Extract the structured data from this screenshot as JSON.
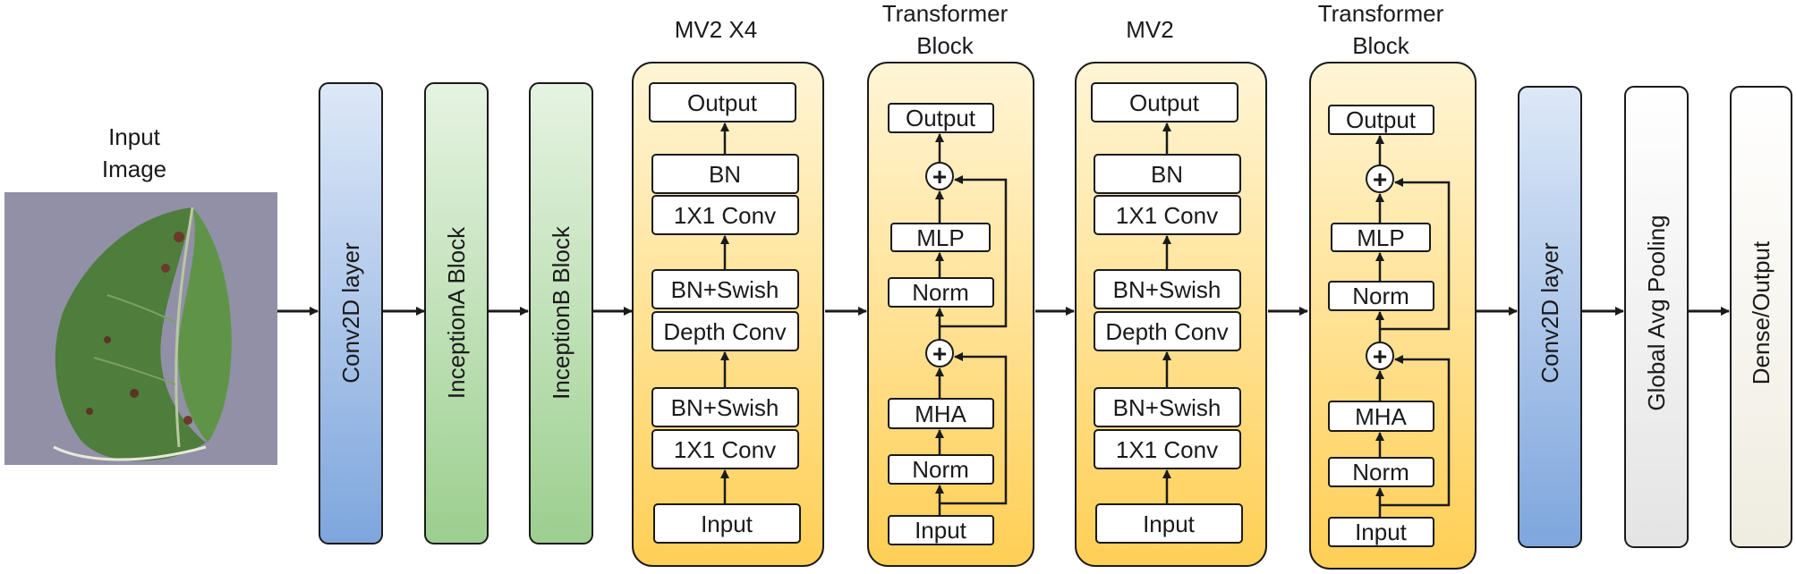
{
  "input": {
    "label_line1": "Input",
    "label_line2": "Image"
  },
  "column_blocks": {
    "conv2d_1": "Conv2D layer",
    "inception_a": "InceptionA Block",
    "inception_b": "InceptionB Block",
    "conv2d_2": "Conv2D layer",
    "global_avg_pool": "Global Avg Pooling",
    "dense_output": "Dense/Output"
  },
  "mv2x4": {
    "title": "MV2 X4",
    "output": "Output",
    "bn": "BN",
    "conv1x1_top": "1X1 Conv",
    "bn_swish_top": "BN+Swish",
    "depth_conv": "Depth Conv",
    "bn_swish_bottom": "BN+Swish",
    "conv1x1_bottom": "1X1 Conv",
    "input": "Input"
  },
  "transformer1": {
    "title_line1": "Transformer",
    "title_line2": "Block",
    "output": "Output",
    "mlp": "MLP",
    "norm_top": "Norm",
    "mha": "MHA",
    "norm_bottom": "Norm",
    "input": "Input",
    "plus": "+"
  },
  "mv2": {
    "title": "MV2",
    "output": "Output",
    "bn": "BN",
    "conv1x1_top": "1X1 Conv",
    "bn_swish_top": "BN+Swish",
    "depth_conv": "Depth Conv",
    "bn_swish_bottom": "BN+Swish",
    "conv1x1_bottom": "1X1 Conv",
    "input": "Input"
  },
  "transformer2": {
    "title_line1": "Transformer",
    "title_line2": "Block",
    "output": "Output",
    "mlp": "MLP",
    "norm_top": "Norm",
    "mha": "MHA",
    "norm_bottom": "Norm",
    "input": "Input",
    "plus": "+"
  },
  "colors": {
    "conv_block": "#a9c4eb",
    "inception_block": "#b7dcae",
    "container": "#ffd966",
    "gray_block": "#f2f2f2",
    "dense_block": "#f7f5ee",
    "leaf_bg": "#6a8a4a",
    "photo_bg": "#8a8aa0",
    "stroke": "#1a1a1a"
  }
}
